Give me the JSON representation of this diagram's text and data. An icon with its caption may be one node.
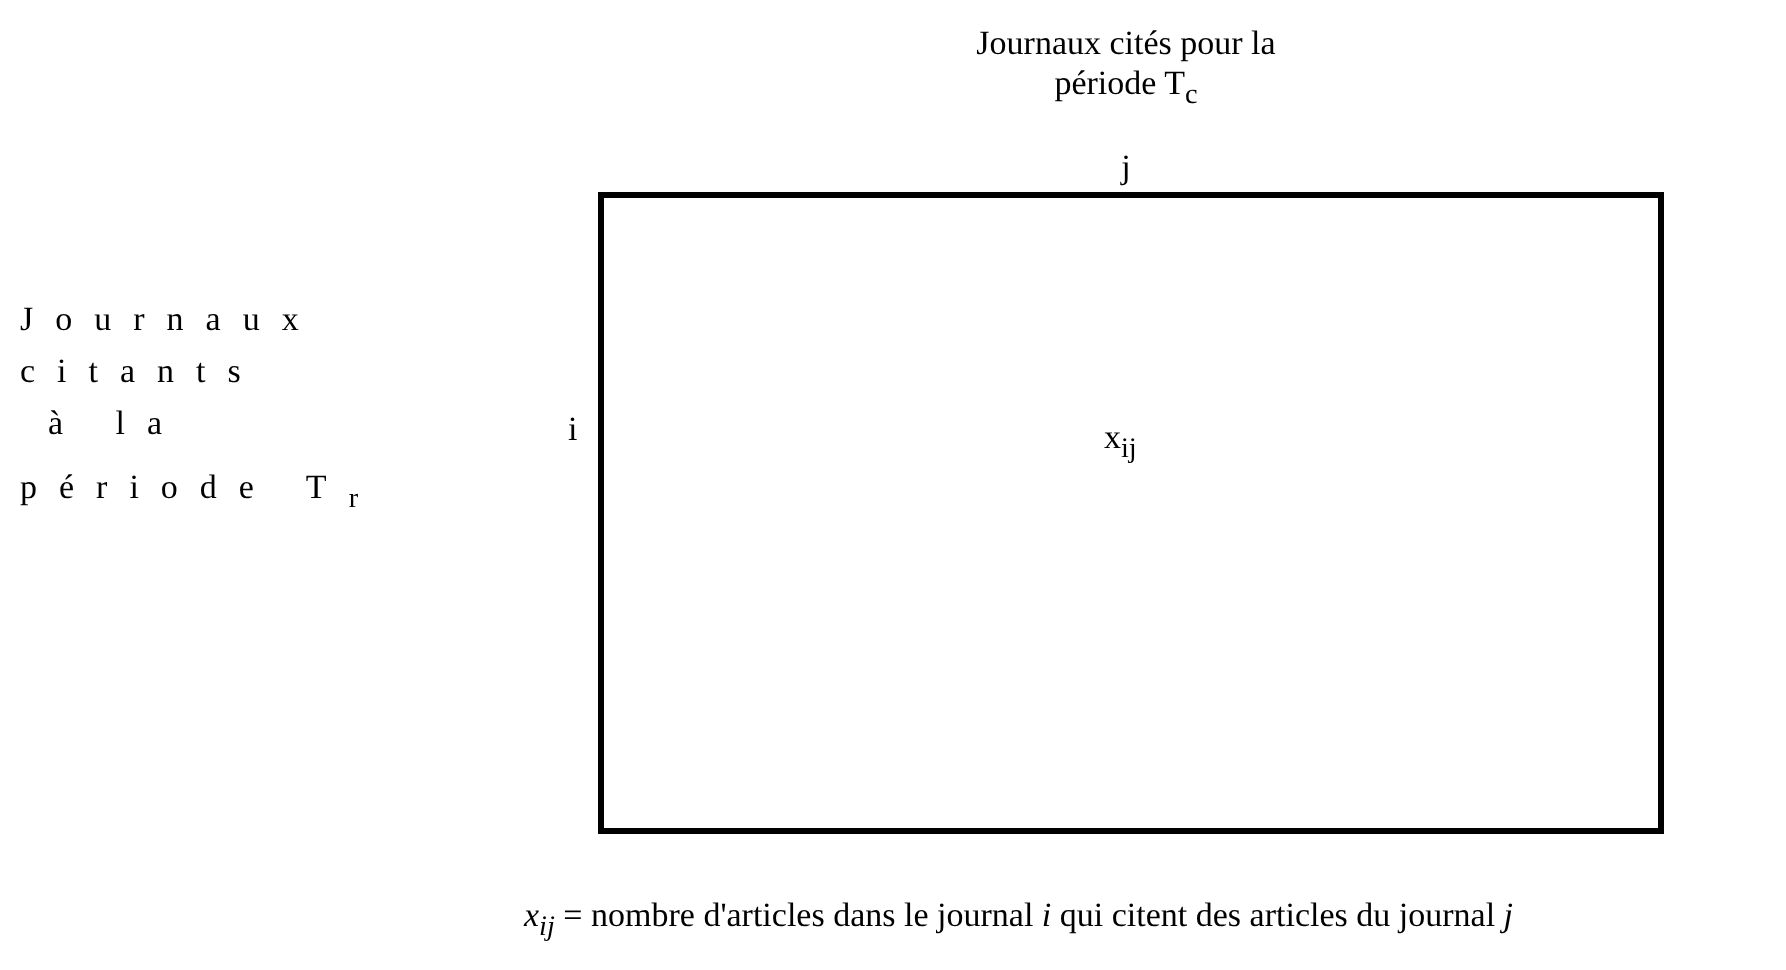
{
  "diagram": {
    "caption": "*x*$_{ij}$ = nombre d'articles dans le journal *i* qui citent des articles du journal *j*",
    "nodes": [
      {
        "text": [
          "x$_{ij}$"
        ]
      }
    ],
    "labels": [
      "Journaux cités pour la période T$_{c}$",
      "j",
      "Journaux",
      "citants",
      "à la",
      "période T$_{r}$",
      "i"
    ]
  }
}
